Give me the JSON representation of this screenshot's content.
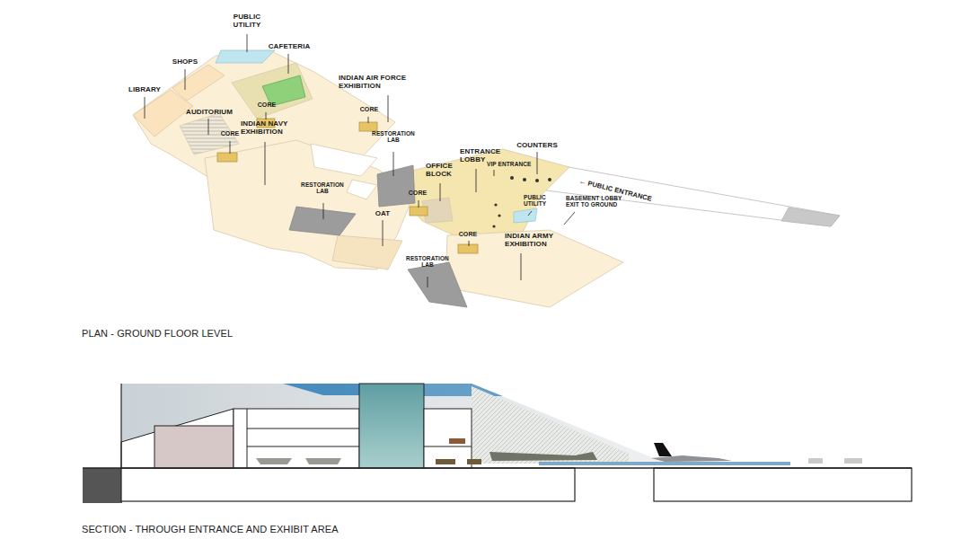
{
  "diagram": {
    "labels": [
      "PUBLIC UTILITY",
      "CAFETERIA",
      "SHOPS",
      "LIBRARY",
      "INDIAN AIR FORCE EXHIBITION",
      "CORE",
      "AUDITORIUM",
      "CORE",
      "INDIAN NAVY EXHIBITION",
      "CORE",
      "RESTORATION LAB",
      "ENTRANCE LOBBY",
      "COUNTERS",
      "VIP ENTRANCE",
      "← PUBLIC ENTRANCE",
      "OFFICE BLOCK",
      "CORE",
      "RESTORATION LAB",
      "PUBLIC UTILITY",
      "BASEMENT LOBBY EXIT TO GROUND",
      "OAT",
      "CORE",
      "INDIAN ARMY EXHIBITION",
      "RESTORATION LAB",
      "PLAN - GROUND FLOOR LEVEL",
      "SECTION - THROUGH ENTRANCE AND EXHIBIT AREA"
    ]
  }
}
